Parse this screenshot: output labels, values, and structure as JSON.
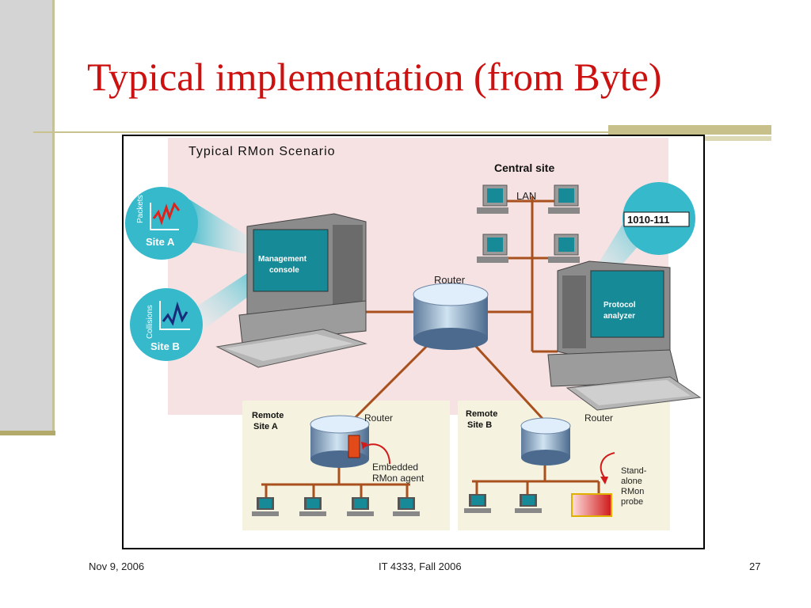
{
  "slide": {
    "title": "Typical implementation (from Byte)"
  },
  "diagram": {
    "heading": "Typical RMon Scenario",
    "central_site_label": "Central site",
    "lan_label": "LAN",
    "router_label": "Router",
    "management_console_lines": [
      "Management",
      "console"
    ],
    "protocol_analyzer_lines": [
      "Protocol",
      "analyzer"
    ],
    "binary_readout": "1010-111",
    "site_a_bubble": {
      "axis_label": "Packets",
      "caption": "Site A"
    },
    "site_b_bubble": {
      "axis_label": "Collisions",
      "caption": "Site B"
    },
    "remote_a": {
      "title_lines": [
        "Remote",
        "Site A"
      ],
      "router_label": "Router",
      "agent_lines": [
        "Embedded",
        "RMon agent"
      ]
    },
    "remote_b": {
      "title_lines": [
        "Remote",
        "Site B"
      ],
      "router_label": "Router",
      "probe_lines": [
        "Stand-",
        "alone",
        "RMon",
        "probe"
      ]
    },
    "colors": {
      "central_bg": "#f6e2e2",
      "remote_bg": "#f5f3df",
      "link": "#a8511e",
      "bubble": "#37b9cc",
      "screen": "#168a97"
    }
  },
  "footer": {
    "date": "Nov 9, 2006",
    "course": "IT 4333, Fall 2006",
    "page": "27"
  }
}
